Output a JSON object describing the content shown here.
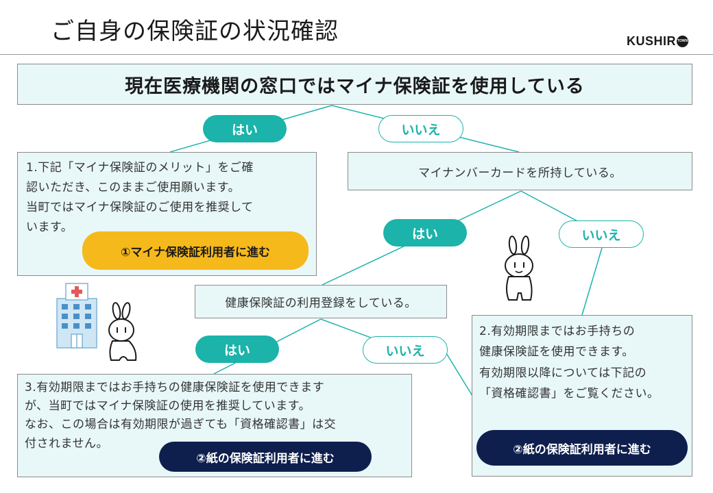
{
  "header": {
    "title": "ご自身の保険証の状況確認",
    "logo_text": "KUSHIR",
    "logo_badge": "TOWN"
  },
  "questions": {
    "main": "現在医療機関の窓口ではマイナ保険証を使用している",
    "card": "マイナンバーカードを所持している。",
    "registration": "健康保険証の利用登録をしている。"
  },
  "answers": {
    "yes": "はい",
    "no": "いいえ"
  },
  "results": {
    "r1": {
      "lines": [
        "1.下記「マイナ保険証のメリット」をご確",
        "認いただき、このままご使用願います。",
        "当町ではマイナ保険証のご使用を推奨して",
        "います。"
      ],
      "button": "①マイナ保険証利用者に進む"
    },
    "r2": {
      "lines": [
        "2.有効期限まではお手持ちの",
        "健康保険証を使用できます。",
        "有効期限以降については下記の",
        "「資格確認書」をご覧ください。"
      ],
      "button": "②紙の保険証利用者に進む"
    },
    "r3": {
      "lines": [
        "3.有効期限まではお手持ちの健康保険証を使用できます",
        "が、当町ではマイナ保険証の使用を推奨しています。",
        "なお、この場合は有効期限が過ぎても「資格確認書」は交",
        "付されません。"
      ],
      "button": "②紙の保険証利用者に進む"
    }
  },
  "colors": {
    "teal": "#1bb3aa",
    "box_fill": "#e8f7f8",
    "orange": "#f6b91b",
    "navy": "#0f1f4d"
  }
}
